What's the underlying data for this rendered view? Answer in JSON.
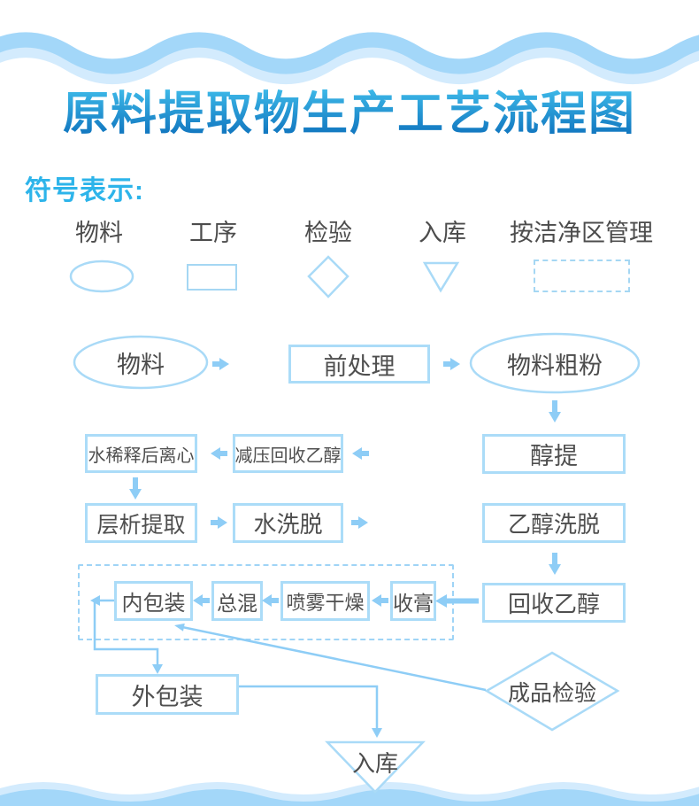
{
  "title": "原料提取物生产工艺流程图",
  "legend": {
    "heading": "符号表示:",
    "items": [
      {
        "label": "物料",
        "shape": "ellipse"
      },
      {
        "label": "工序",
        "shape": "rect"
      },
      {
        "label": "检验",
        "shape": "diamond"
      },
      {
        "label": "入库",
        "shape": "inverted-triangle"
      },
      {
        "label": "按洁净区管理",
        "shape": "dashed-rect"
      }
    ]
  },
  "flow": {
    "material": "物料",
    "pretreat": "前处理",
    "coarse_powder": "物料粗粉",
    "alcohol_extract": "醇提",
    "vacuum_recover": "减压回收乙醇",
    "dilute_centrifuge": "水稀释后离心",
    "chromatography": "层析提取",
    "water_elution": "水洗脱",
    "ethanol_elution": "乙醇洗脱",
    "recover_ethanol": "回收乙醇",
    "collect_paste": "收膏",
    "spray_dry": "喷雾干燥",
    "total_mix": "总混",
    "inner_pack": "内包装",
    "outer_pack": "外包装",
    "final_inspection": "成品检验",
    "warehouse": "入库"
  },
  "colors": {
    "box_border": "#abdcf8",
    "arrow": "#8ecdf6",
    "wave": "#a3d7f9",
    "wave_light": "#d3ebfd",
    "title_gradient_top": "#45c4ef",
    "title_gradient_bottom": "#0e72bd",
    "legend_heading": "#2db4ea",
    "text": "#4f4f4f"
  }
}
